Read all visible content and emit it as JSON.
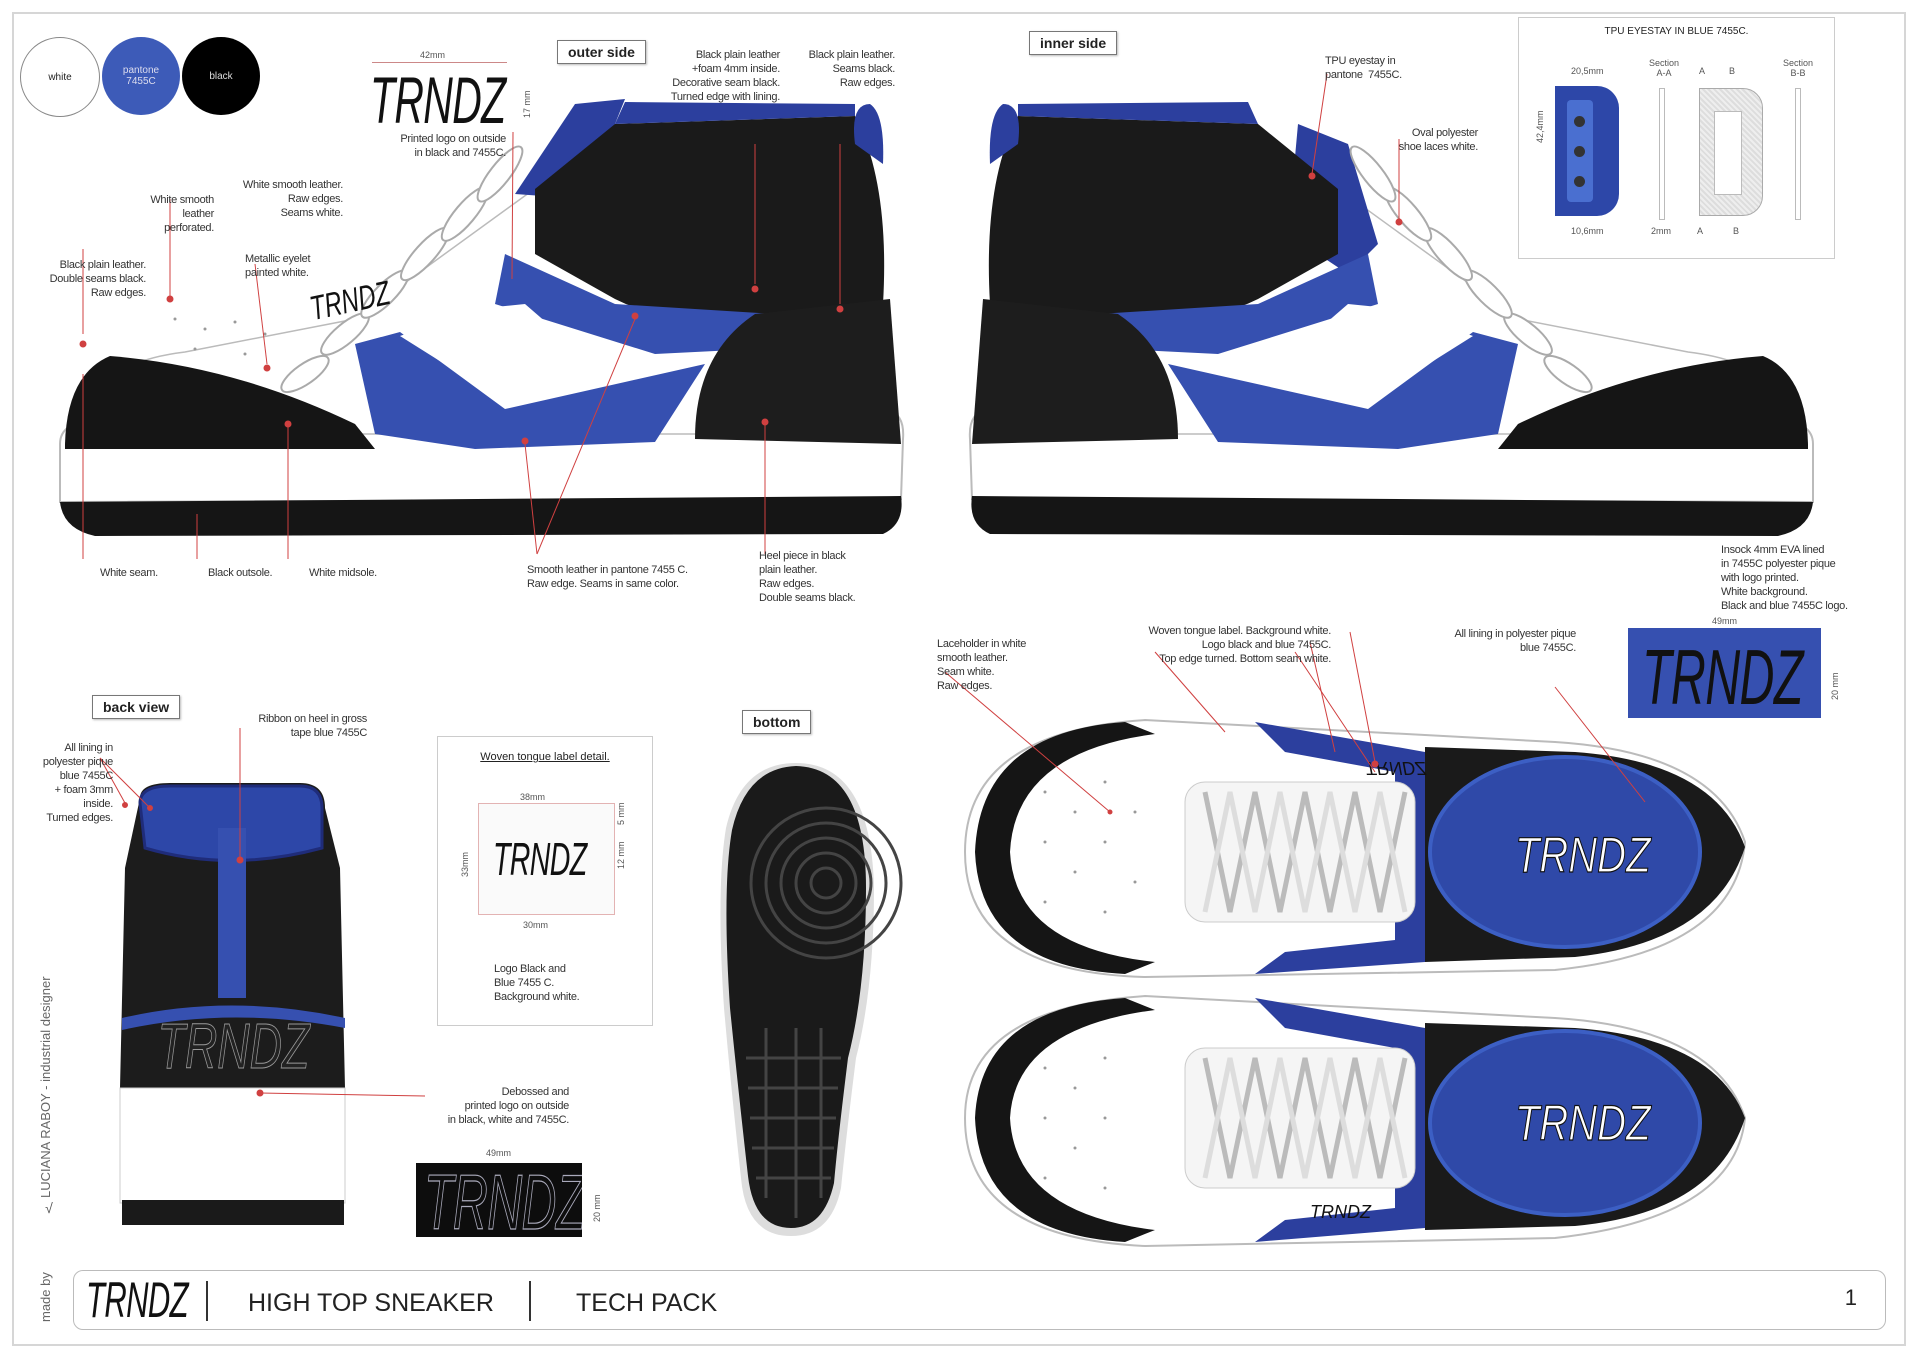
{
  "swatches": [
    {
      "label": "white",
      "color": "#ffffff"
    },
    {
      "label": "pantone 7455C",
      "color": "#3d5bb8"
    },
    {
      "label": "black",
      "color": "#000000"
    }
  ],
  "colors": {
    "blue": "#3650b0",
    "dark_blue": "#1f2c7a",
    "black": "#151515",
    "red_leader": "#d04040"
  },
  "views": {
    "outer_side": "outer side",
    "inner_side": "inner side",
    "back_view": "back view",
    "bottom": "bottom"
  },
  "brand": "TRNDZ",
  "outer_logo": {
    "width": "42mm",
    "height": "17 mm",
    "note": "Printed logo on outside\nin black and 7455C."
  },
  "notes": {
    "collar": "Black plain leather\n+foam 4mm inside.\nDecorative seam black.\nTurned edge with lining.",
    "collar_back": "Black plain leather.\nSeams black.\nRaw edges.",
    "toe_perforated": "White smooth\nleather\nperforated.",
    "quarter_white": "White smooth leather.\nRaw edges.\nSeams white.",
    "toe_cap": "Black plain leather.\nDouble seams black.\nRaw edges.",
    "eyelet": "Metallic eyelet\npainted white.",
    "white_seam": "White seam.",
    "black_outsole": "Black outsole.",
    "white_midsole": "White midsole.",
    "smooth_leather": "Smooth leather in pantone 7455 C.\nRaw edge. Seams in same color.",
    "heel_piece": "Heel piece in black\nplain leather.\nRaw edges.\nDouble seams black.",
    "tpu_eyestay": "TPU eyestay in\npantone  7455C.",
    "laces": "Oval polyester\nshoe laces white.",
    "insock": "Insock 4mm EVA lined\nin 7455C polyester pique\nwith logo printed.\nWhite background.\nBlack and blue 7455C logo.",
    "laceholder": "Laceholder in white\nsmooth leather.\nSeam white.\nRaw edges.",
    "tongue_label": "Woven tongue label. Background white.\nLogo black and blue 7455C.\nTop edge turned. Bottom seam white.",
    "lining_top": "All lining in polyester pique\nblue 7455C.",
    "lining_back": "All lining in\npolyester pique\nblue 7455C\n+ foam 3mm\ninside.\nTurned edges.",
    "ribbon": "Ribbon on heel in gross\ntape blue 7455C",
    "debossed": "Debossed and\nprinted logo on outside\nin black, white and 7455C."
  },
  "tpu_detail": {
    "title": "TPU EYESTAY IN BLUE 7455C.",
    "width": "20,5mm",
    "height": "42,4mm",
    "inner_width": "10,6mm",
    "section_aa": "Section\nA-A",
    "section_bb": "Section\nB-B",
    "thickness": "2mm",
    "a": "A",
    "b": "B"
  },
  "insock_label": {
    "width": "49mm",
    "height": "20 mm"
  },
  "woven_detail": {
    "title": "Woven tongue label detail.",
    "width": "38mm",
    "inner_width": "30mm",
    "height": "33mm",
    "top_margin": "5 mm",
    "logo_height": "12 mm",
    "note": "Logo Black and\nBlue 7455 C.\nBackground white."
  },
  "back_label": {
    "width": "49mm",
    "height": "20 mm"
  },
  "credits": {
    "made_by": "made by",
    "designer": "LUCIANA RABOY - industrial designer"
  },
  "footer": {
    "brand": "TRNDZ",
    "product": "HIGH TOP SNEAKER",
    "doc_type": "TECH PACK",
    "page": "1"
  }
}
